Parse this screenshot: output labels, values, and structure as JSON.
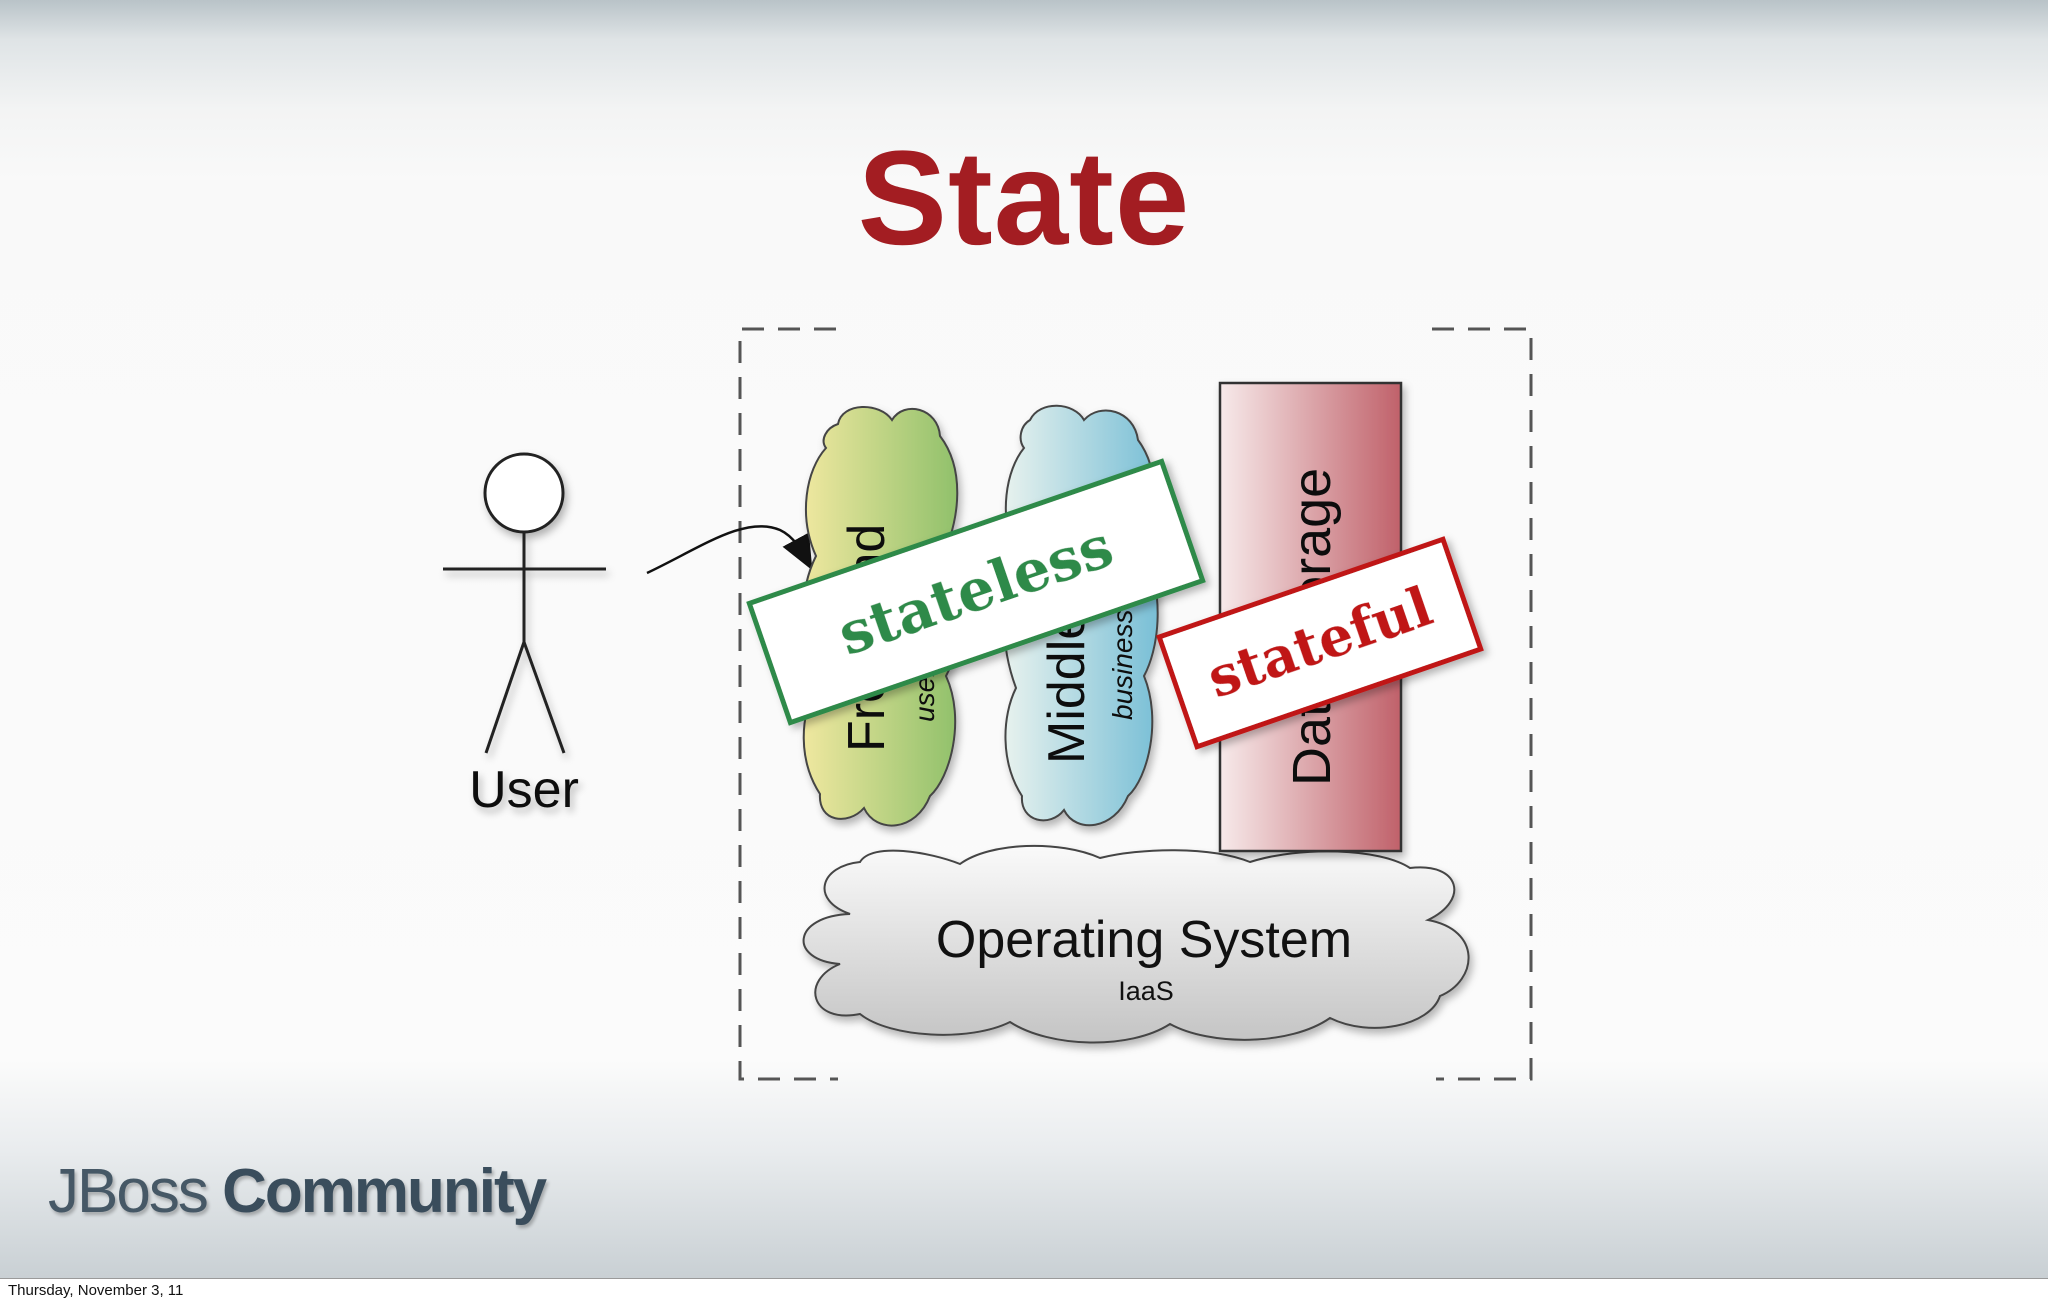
{
  "slide": {
    "title": "State",
    "footer_date": "Thursday, November 3, 11"
  },
  "diagram": {
    "user_label": "User",
    "front_end": {
      "label": "Front End",
      "sub": "user interface"
    },
    "middleware": {
      "label": "Middleware",
      "sub": "business logic"
    },
    "data_storage": {
      "label": "Data Storage"
    },
    "os": {
      "label": "Operating System",
      "sub": "IaaS"
    },
    "stamp_stateless": "stateless",
    "stamp_stateful": "stateful"
  },
  "logo": {
    "part1": "JBoss",
    "part2": "Community"
  },
  "colors": {
    "title": "#a31d22",
    "stateless_stamp": "#2e8a4a",
    "stateful_stamp": "#c01818"
  }
}
